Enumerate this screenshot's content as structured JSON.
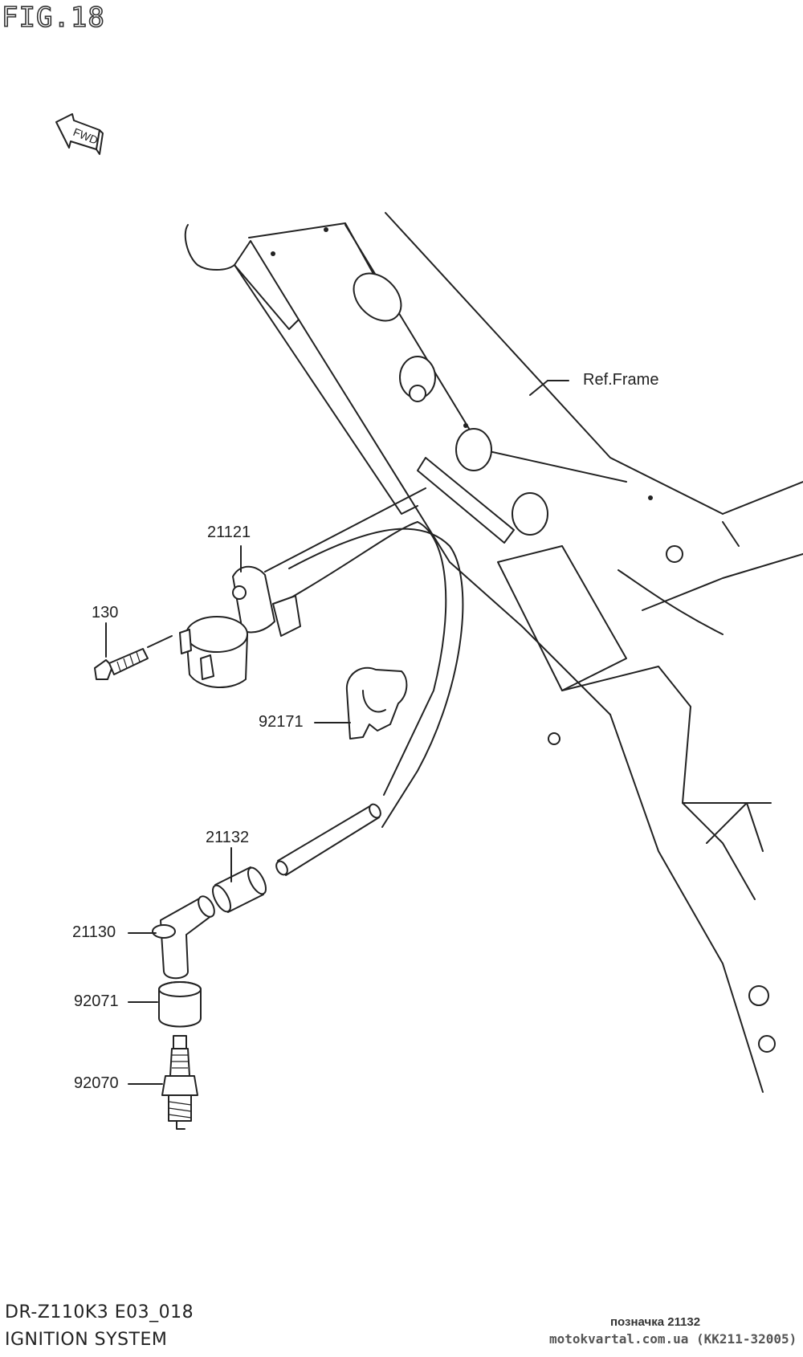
{
  "figure": {
    "title": "FIG.18"
  },
  "fwd_arrow": {
    "label": "FWD",
    "icon": "fwd-arrow-icon"
  },
  "frame": {
    "label": "Ref.Frame"
  },
  "callouts": [
    {
      "part_number": "21121"
    },
    {
      "part_number": "130"
    },
    {
      "part_number": "92171"
    },
    {
      "part_number": "21132"
    },
    {
      "part_number": "21130"
    },
    {
      "part_number": "92071"
    },
    {
      "part_number": "92070"
    }
  ],
  "footer": {
    "model_code": "DR-Z110K3 E03_018",
    "system_name": "IGNITION SYSTEM",
    "mark": "позначка 21132",
    "source": "motokvartal.com.ua (KK211-32005)"
  },
  "colors": {
    "line": "#222222",
    "background": "#ffffff"
  }
}
